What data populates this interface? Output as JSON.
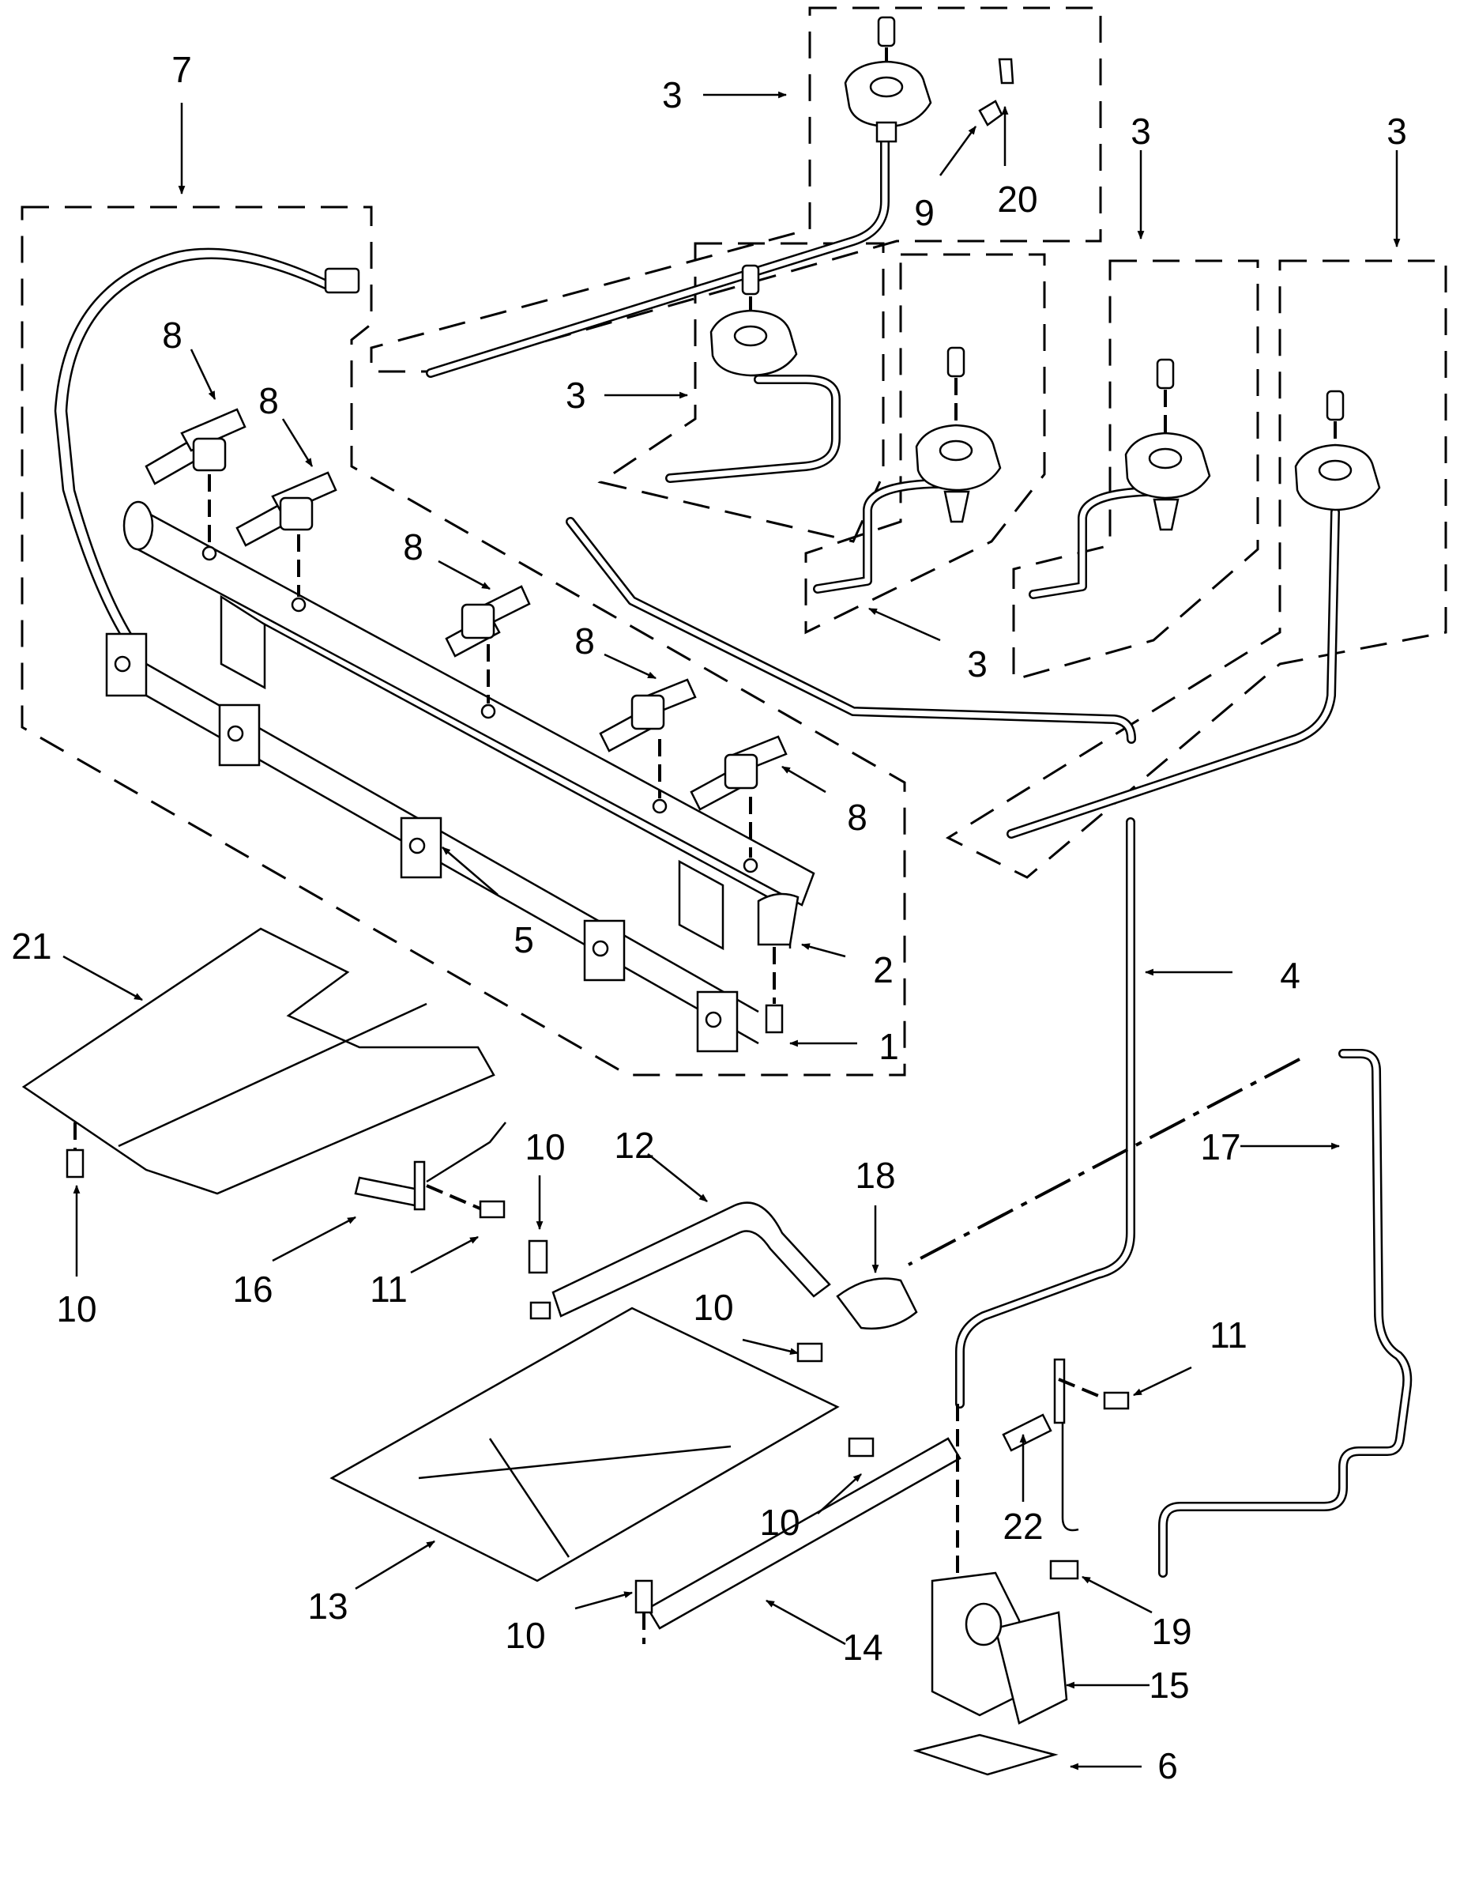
{
  "callouts": {
    "c3_top": "3",
    "c20": "20",
    "c9": "9",
    "c7": "7",
    "c3_left_mid": "3",
    "c3_col_a": "3",
    "c3_col_b": "3",
    "c3_lower": "3",
    "c8_a": "8",
    "c8_b": "8",
    "c8_c": "8",
    "c8_d": "8",
    "c8_e": "8",
    "c5": "5",
    "c2": "2",
    "c1": "1",
    "c21": "21",
    "c4": "4",
    "c10_a": "10",
    "c10_b": "10",
    "c10_c": "10",
    "c10_d": "10",
    "c10_e": "10",
    "c12": "12",
    "c18": "18",
    "c17": "17",
    "c16": "16",
    "c11_a": "11",
    "c11_b": "11",
    "c22": "22",
    "c13": "13",
    "c14": "14",
    "c19": "19",
    "c15": "15",
    "c6": "6"
  }
}
